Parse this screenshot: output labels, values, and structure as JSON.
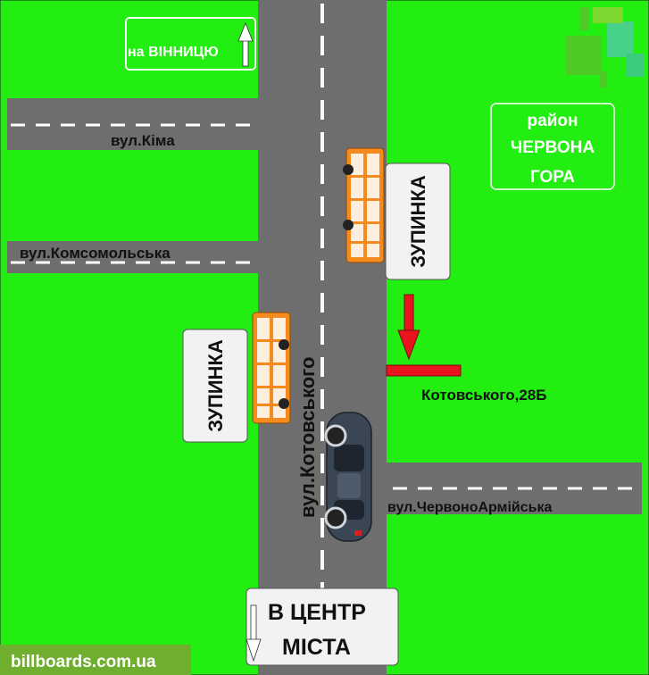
{
  "colors": {
    "grass": "#22ee11",
    "road": "#6e6e6e",
    "lane_mark": "#ffffff",
    "bus": "#f58a1f",
    "marker": "#e8141e",
    "car": "#3a4654"
  },
  "icons": [
    "arrow-up-icon",
    "arrow-down-icon",
    "bus-icon",
    "car-icon",
    "location-marker-icon",
    "logo-icon"
  ],
  "signs": {
    "to_vinnytsia": "на ВІННИЦЮ",
    "district_line1": "район",
    "district_line2": "ЧЕРВОНА",
    "district_line3": "ГОРА",
    "stop_right": "ЗУПИНКА",
    "stop_left": "ЗУПИНКА",
    "to_center_line1": "В ЦЕНТР",
    "to_center_line2": "МІСТА"
  },
  "streets": {
    "kima": "вул.Кіма",
    "komsomolska": "вул.Комсомольська",
    "kotovskoho": "вул.Котовського",
    "chervonoarmiiska": "вул.ЧервоноАрмійська"
  },
  "location": {
    "address": "Котовського,28Б"
  },
  "footer": {
    "website": "billboards.com.ua"
  }
}
